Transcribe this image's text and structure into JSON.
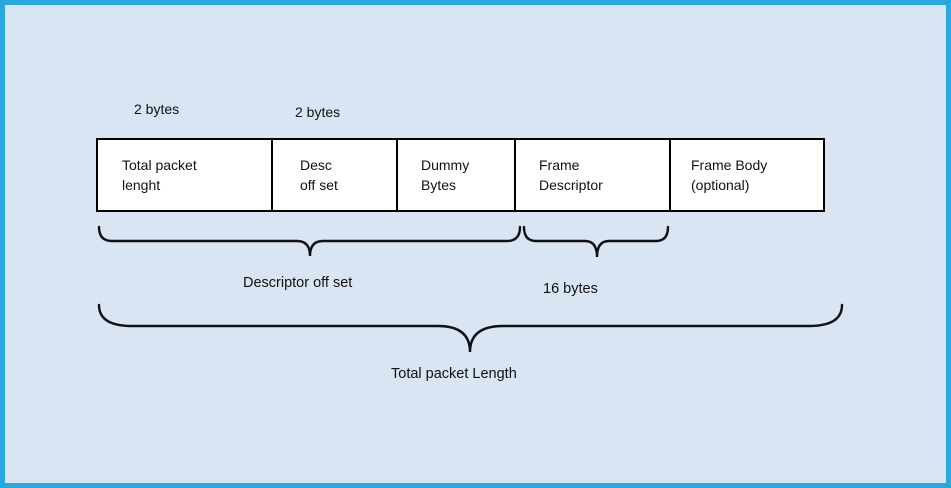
{
  "diagram": {
    "top_labels": [
      {
        "text": "2 bytes"
      },
      {
        "text": "2 bytes"
      }
    ],
    "boxes": [
      {
        "label": "Total packet\nlenght"
      },
      {
        "label": "Desc\noff set"
      },
      {
        "label": "Dummy\nBytes"
      },
      {
        "label": "Frame\nDescriptor"
      },
      {
        "label": "Frame Body\n(optional)"
      }
    ],
    "braces": [
      {
        "label": "Descriptor off set"
      },
      {
        "label": "16 bytes"
      },
      {
        "label": "Total packet Length"
      }
    ],
    "colors": {
      "background": "#d9e5f2",
      "frame_border": "#29a8df",
      "box_fill": "#ffffff",
      "box_border": "#000000",
      "line": "#111111"
    }
  }
}
